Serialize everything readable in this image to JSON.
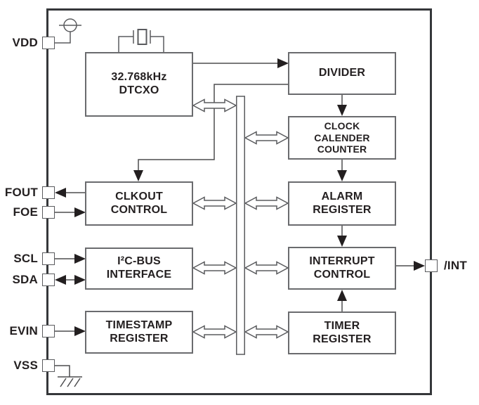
{
  "blocks": {
    "dtcxo": {
      "lines": [
        "32.768kHz",
        "DTCXO"
      ]
    },
    "divider": {
      "lines": [
        "DIVIDER"
      ]
    },
    "clock_calender_counter": {
      "lines": [
        "CLOCK",
        "CALENDER",
        "COUNTER"
      ]
    },
    "alarm_register": {
      "lines": [
        "ALARM",
        "REGISTER"
      ]
    },
    "interrupt_control": {
      "lines": [
        "INTERRUPT",
        "CONTROL"
      ]
    },
    "timer_register": {
      "lines": [
        "TIMER",
        "REGISTER"
      ]
    },
    "clkout_control": {
      "lines": [
        "CLKOUT",
        "CONTROL"
      ]
    },
    "i2c_bus_interface": {
      "lines": [
        "I²C-BUS",
        "INTERFACE"
      ]
    },
    "timestamp_register": {
      "lines": [
        "TIMESTAMP",
        "REGISTER"
      ]
    }
  },
  "pins": {
    "vdd": {
      "label": "VDD"
    },
    "fout": {
      "label": "FOUT"
    },
    "foe": {
      "label": "FOE"
    },
    "scl": {
      "label": "SCL"
    },
    "sda": {
      "label": "SDA"
    },
    "evin": {
      "label": "EVIN"
    },
    "vss": {
      "label": "VSS"
    },
    "int": {
      "label": "/INT"
    }
  },
  "colors": {
    "chip_outline": "#35373a",
    "block_border": "#6a6b6e",
    "wire": "#4d4d4f",
    "text": "#231f20",
    "arrow_fill": "#231f20",
    "background": "#ffffff"
  }
}
